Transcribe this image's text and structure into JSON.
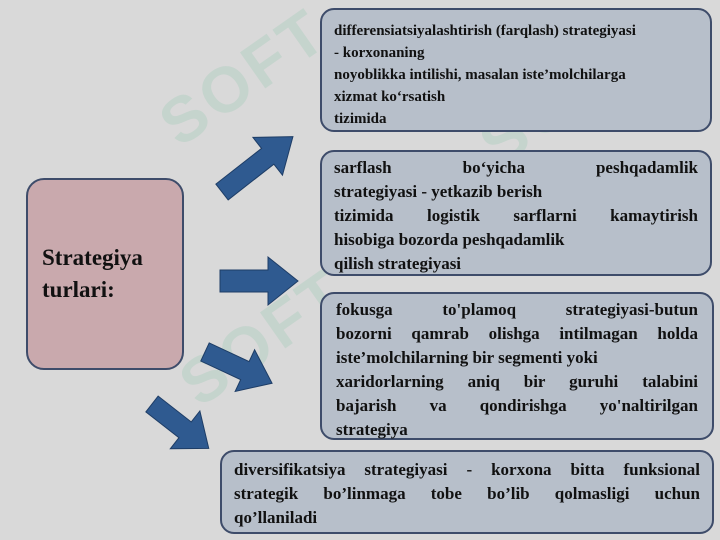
{
  "diagram": {
    "main": {
      "lines": [
        "Strategiya",
        "turlari:"
      ]
    },
    "boxes": [
      {
        "lines": [
          "differensiatsiyalashtirish (farqlash) strategiyasi",
          "- korxonaning",
          "noyoblikka intilishi, masalan iste’molchilarga",
          "xizmat ko‘rsatish",
          "tizimida"
        ]
      },
      {
        "lines": [
          "sarflash bo‘yicha peshqadamlik",
          "strategiyasi - yetkazib berish",
          "tizimida logistik sarflarni kamaytirish",
          "hisobiga bozorda peshqadamlik",
          "qilish strategiyasi"
        ]
      },
      {
        "lines": [
          "fokusga to'plamoq strategiyasi-butun",
          "bozorni qamrab olishga intilmagan holda",
          "iste’molchilarning bir segmenti yoki",
          "xaridorlarning aniq bir guruhi talabini",
          "bajarish va qondirishga yo'naltirilgan",
          "strategiya"
        ]
      },
      {
        "lines": [
          "diversifikatsiya strategiyasi - korxona bitta funksional",
          "strategik bo’linmaga tobe bo’lib qolmasligi uchun",
          "qo’llaniladi"
        ]
      }
    ],
    "watermark": "SOFT"
  },
  "colors": {
    "background": "#d9d9d9",
    "box_fill": "#b7bfca",
    "main_fill": "#c9a9ad",
    "border": "#3e4c6a",
    "arrow": "#2f5a90"
  }
}
